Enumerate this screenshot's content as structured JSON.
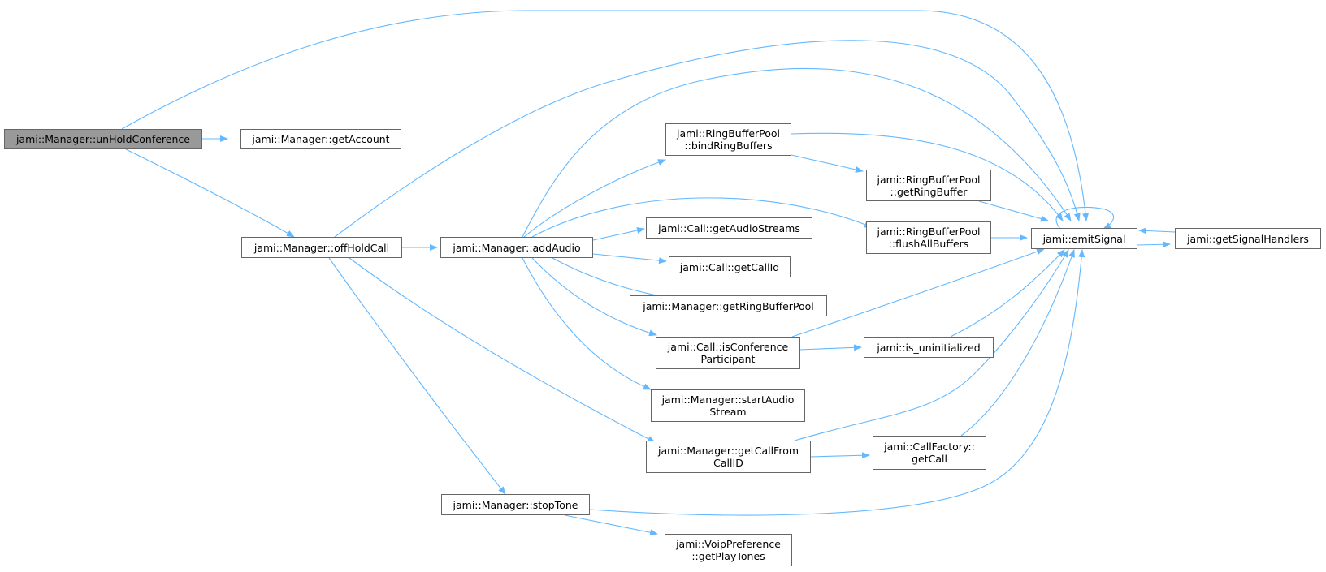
{
  "colors": {
    "edge": "#63b8ff",
    "node_border": "#666666",
    "root_fill": "#999999",
    "node_fill": "#ffffff"
  },
  "nodes": [
    {
      "id": "unHoldConference",
      "lines": [
        "jami::Manager::unHoldConference"
      ],
      "root": true
    },
    {
      "id": "getAccount",
      "lines": [
        "jami::Manager::getAccount"
      ]
    },
    {
      "id": "offHoldCall",
      "lines": [
        "jami::Manager::offHoldCall"
      ]
    },
    {
      "id": "addAudio",
      "lines": [
        "jami::Manager::addAudio"
      ]
    },
    {
      "id": "bindRingBuffers",
      "lines": [
        "jami::RingBufferPool",
        "::bindRingBuffers"
      ]
    },
    {
      "id": "getRingBuffer",
      "lines": [
        "jami::RingBufferPool",
        "::getRingBuffer"
      ]
    },
    {
      "id": "flushAllBuffers",
      "lines": [
        "jami::RingBufferPool",
        "::flushAllBuffers"
      ]
    },
    {
      "id": "getAudioStreams",
      "lines": [
        "jami::Call::getAudioStreams"
      ]
    },
    {
      "id": "getCallId",
      "lines": [
        "jami::Call::getCallId"
      ]
    },
    {
      "id": "getRingBufferPool",
      "lines": [
        "jami::Manager::getRingBufferPool"
      ]
    },
    {
      "id": "isConferenceParticipant",
      "lines": [
        "jami::Call::isConference",
        "Participant"
      ]
    },
    {
      "id": "is_uninitialized",
      "lines": [
        "jami::is_uninitialized"
      ]
    },
    {
      "id": "startAudioStream",
      "lines": [
        "jami::Manager::startAudio",
        "Stream"
      ]
    },
    {
      "id": "getCallFromCallID",
      "lines": [
        "jami::Manager::getCallFrom",
        "CallID"
      ]
    },
    {
      "id": "callFactoryGetCall",
      "lines": [
        "jami::CallFactory::",
        "getCall"
      ]
    },
    {
      "id": "stopTone",
      "lines": [
        "jami::Manager::stopTone"
      ]
    },
    {
      "id": "getPlayTones",
      "lines": [
        "jami::VoipPreference",
        "::getPlayTones"
      ]
    },
    {
      "id": "emitSignal",
      "lines": [
        "jami::emitSignal"
      ]
    },
    {
      "id": "getSignalHandlers",
      "lines": [
        "jami::getSignalHandlers"
      ]
    }
  ]
}
